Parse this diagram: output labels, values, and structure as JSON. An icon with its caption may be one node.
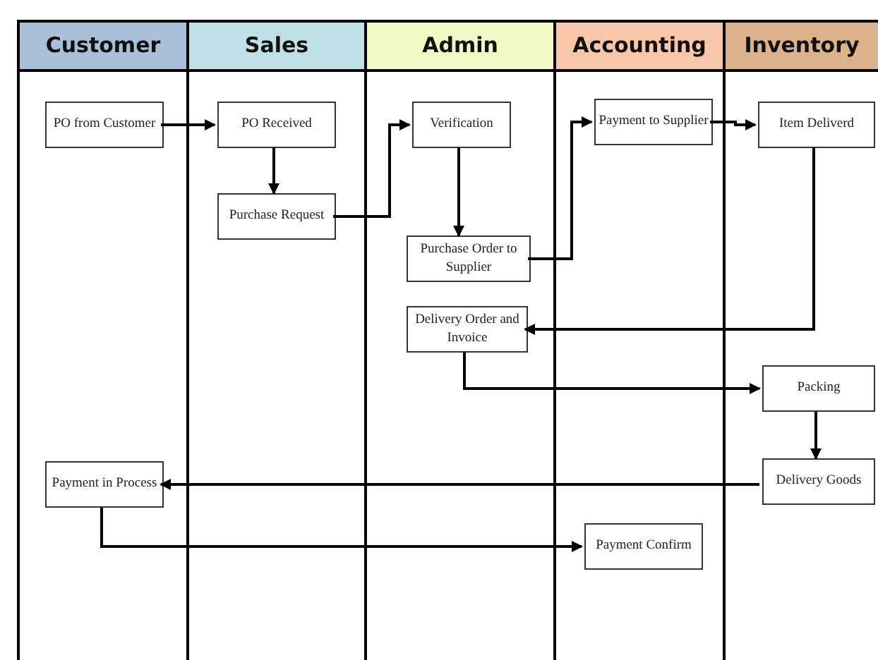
{
  "diagram": {
    "nodes": [
      {
        "text": [
          "Customer"
        ]
      },
      {
        "text": [
          "Sales"
        ]
      },
      {
        "text": [
          "Admin"
        ]
      },
      {
        "text": [
          "Accounting"
        ]
      },
      {
        "text": [
          "Inventory"
        ]
      },
      {
        "text": [
          "PO from Customer"
        ],
        "in": 0
      },
      {
        "text": [
          "PO Received"
        ],
        "in": 1
      },
      {
        "text": [
          "Purchase Request"
        ],
        "in": 1
      },
      {
        "text": [
          "Verification"
        ],
        "in": 2
      },
      {
        "text": [
          "Purchase Order to Supplier"
        ],
        "in": 2
      },
      {
        "text": [
          "Delivery Order and Invoice"
        ],
        "in": 2
      },
      {
        "text": [
          "Payment to Supplier"
        ],
        "in": 3
      },
      {
        "text": [
          "Item Deliverd"
        ],
        "in": 4
      },
      {
        "text": [
          "Packing"
        ],
        "in": 4
      },
      {
        "text": [
          "Delivery Goods"
        ],
        "in": 4
      },
      {
        "text": [
          "Payment in Process"
        ],
        "in": 0
      },
      {
        "text": [
          "Payment Confirm"
        ],
        "in": 3
      }
    ],
    "edges": [
      {
        "from": 5,
        "to": 6,
        "arrow": "to"
      },
      {
        "from": 6,
        "to": 7,
        "arrow": "to"
      },
      {
        "from": 7,
        "to": 8,
        "arrow": "to"
      },
      {
        "from": 8,
        "to": 9,
        "arrow": "to"
      },
      {
        "from": 9,
        "to": 11,
        "arrow": "to"
      },
      {
        "from": 11,
        "to": 12,
        "arrow": "to"
      },
      {
        "from": 12,
        "to": 10,
        "arrow": "to"
      },
      {
        "from": 10,
        "to": 13,
        "arrow": "to"
      },
      {
        "from": 13,
        "to": 14,
        "arrow": "to"
      },
      {
        "from": 14,
        "to": 15,
        "arrow": "to"
      },
      {
        "from": 15,
        "to": 16,
        "arrow": "to"
      }
    ]
  }
}
